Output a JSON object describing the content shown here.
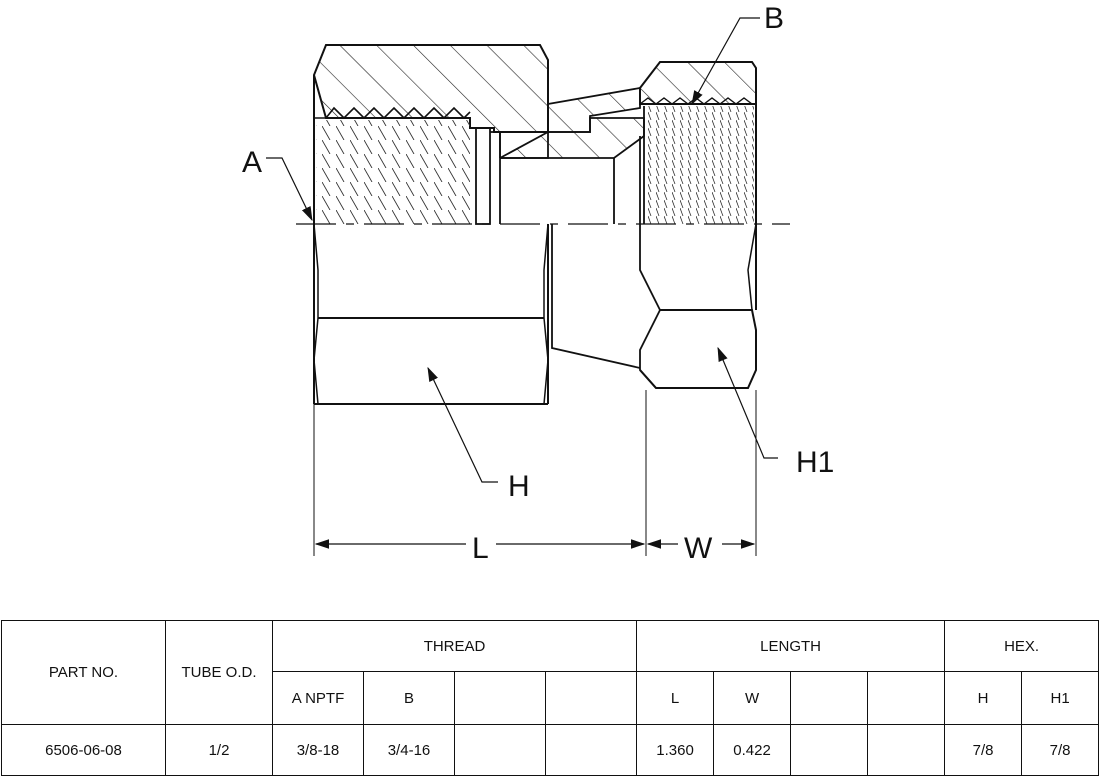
{
  "drawing": {
    "labels": {
      "a": "A",
      "b": "B",
      "h": "H",
      "h1": "H1",
      "l": "L",
      "w": "W"
    }
  },
  "table": {
    "headers": {
      "part_no": "PART NO.",
      "tube_od": "TUBE O.D.",
      "thread": "THREAD",
      "length": "LENGTH",
      "hex": "HEX."
    },
    "subheaders": {
      "a_nptf": "A NPTF",
      "b": "B",
      "thread_blank_1": "",
      "thread_blank_2": "",
      "l": "L",
      "w": "W",
      "length_blank_1": "",
      "length_blank_2": "",
      "h": "H",
      "h1": "H1"
    },
    "row": {
      "part_no": "6506-06-08",
      "tube_od": "1/2",
      "a_nptf": "3/8-18",
      "b": "3/4-16",
      "thread_blank_1": "",
      "thread_blank_2": "",
      "l": "1.360",
      "w": "0.422",
      "length_blank_1": "",
      "length_blank_2": "",
      "h": "7/8",
      "h1": "7/8"
    }
  }
}
